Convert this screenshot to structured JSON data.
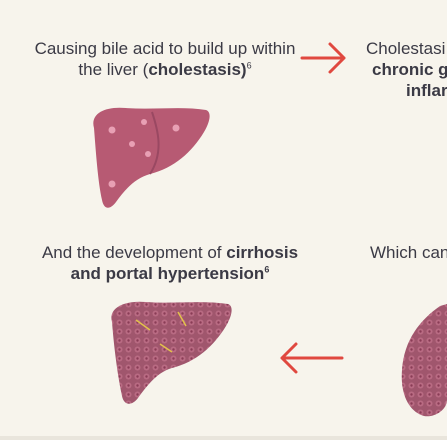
{
  "step1": {
    "line1": "Causing bile acid to build up within",
    "line2_pre": "the liver (",
    "line2_bold": "cholestasis)",
    "ref": "6"
  },
  "step2": {
    "line1": "Cholestasi",
    "line2": "chronic g",
    "line3": "inflar"
  },
  "step3": {
    "line1_pre": "And the development of ",
    "line1_bold": "cirrhosis",
    "line2_bold": "and portal hypertension",
    "ref": "6"
  },
  "step4": {
    "line1": "Which can l"
  },
  "colors": {
    "background": "#f7f4ec",
    "text": "#3b3a45",
    "arrow": "#e0483f",
    "liver_healthy": "#b75a73",
    "liver_spot": "#e8a0b4",
    "liver_cirrhotic": "#a0566d",
    "liver_dark": "#8a3c56"
  },
  "icons": [
    "liver-icon",
    "cirrhotic-liver-icon",
    "arrow-right-icon",
    "arrow-left-icon"
  ]
}
